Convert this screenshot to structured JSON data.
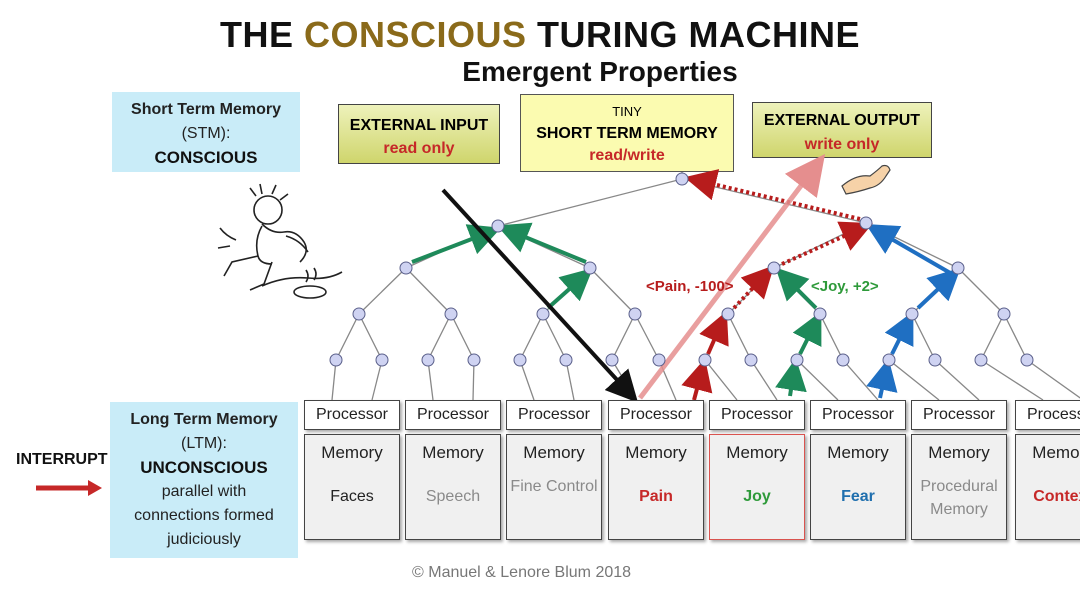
{
  "title": {
    "part1": "THE",
    "part2": "CONSCIOUS",
    "part3": "TURING MACHINE",
    "subtitle": "Emergent Properties"
  },
  "stm": {
    "line1": "Short Term Memory",
    "line2": "(STM):",
    "line3": "CONSCIOUS"
  },
  "ltm": {
    "line1": "Long Term Memory",
    "line2": "(LTM):",
    "line3": "UNCONSCIOUS",
    "line4": "parallel with",
    "line5": "connections formed",
    "line6": "judiciously"
  },
  "external_input": {
    "title": "EXTERNAL INPUT",
    "mode": "read only"
  },
  "short_term_memory": {
    "tiny": "TINY",
    "title": "SHORT TERM MEMORY",
    "mode": "read/write"
  },
  "external_output": {
    "title": "EXTERNAL OUTPUT",
    "mode": "write only"
  },
  "annotations": {
    "pain": "<Pain, -100>",
    "joy": "<Joy, +2>"
  },
  "interrupt": "INTERRUPT",
  "processors": [
    {
      "label": "Processor",
      "memory": "Memory",
      "name": "Faces",
      "color": "#222222"
    },
    {
      "label": "Processor",
      "memory": "Memory",
      "name": "Speech",
      "color": "#8a8a8a"
    },
    {
      "label": "Processor",
      "memory": "Memory",
      "name": "Fine Control",
      "color": "#8a8a8a"
    },
    {
      "label": "Processor",
      "memory": "Memory",
      "name": "Pain",
      "color": "#c62828"
    },
    {
      "label": "Processor",
      "memory": "Memory",
      "name": "Joy",
      "color": "#2e9a3a"
    },
    {
      "label": "Processor",
      "memory": "Memory",
      "name": "Fear",
      "color": "#1f6fae"
    },
    {
      "label": "Processor",
      "memory": "Memory",
      "name": "Procedural Memory",
      "color": "#8a8a8a"
    },
    {
      "label": "Processor",
      "memory": "Memory",
      "name": "Context",
      "color": "#c62828"
    }
  ],
  "copyright": "© Manuel & Lenore Blum 2018",
  "colors": {
    "green_arrow": "#1e8a5a",
    "red_arrow": "#b71c1c",
    "blue_arrow": "#1f6fc2",
    "pink_arrow": "#e58e8e",
    "node_fill": "#cfd3f2",
    "stm_fill": "#c9ecf8"
  }
}
